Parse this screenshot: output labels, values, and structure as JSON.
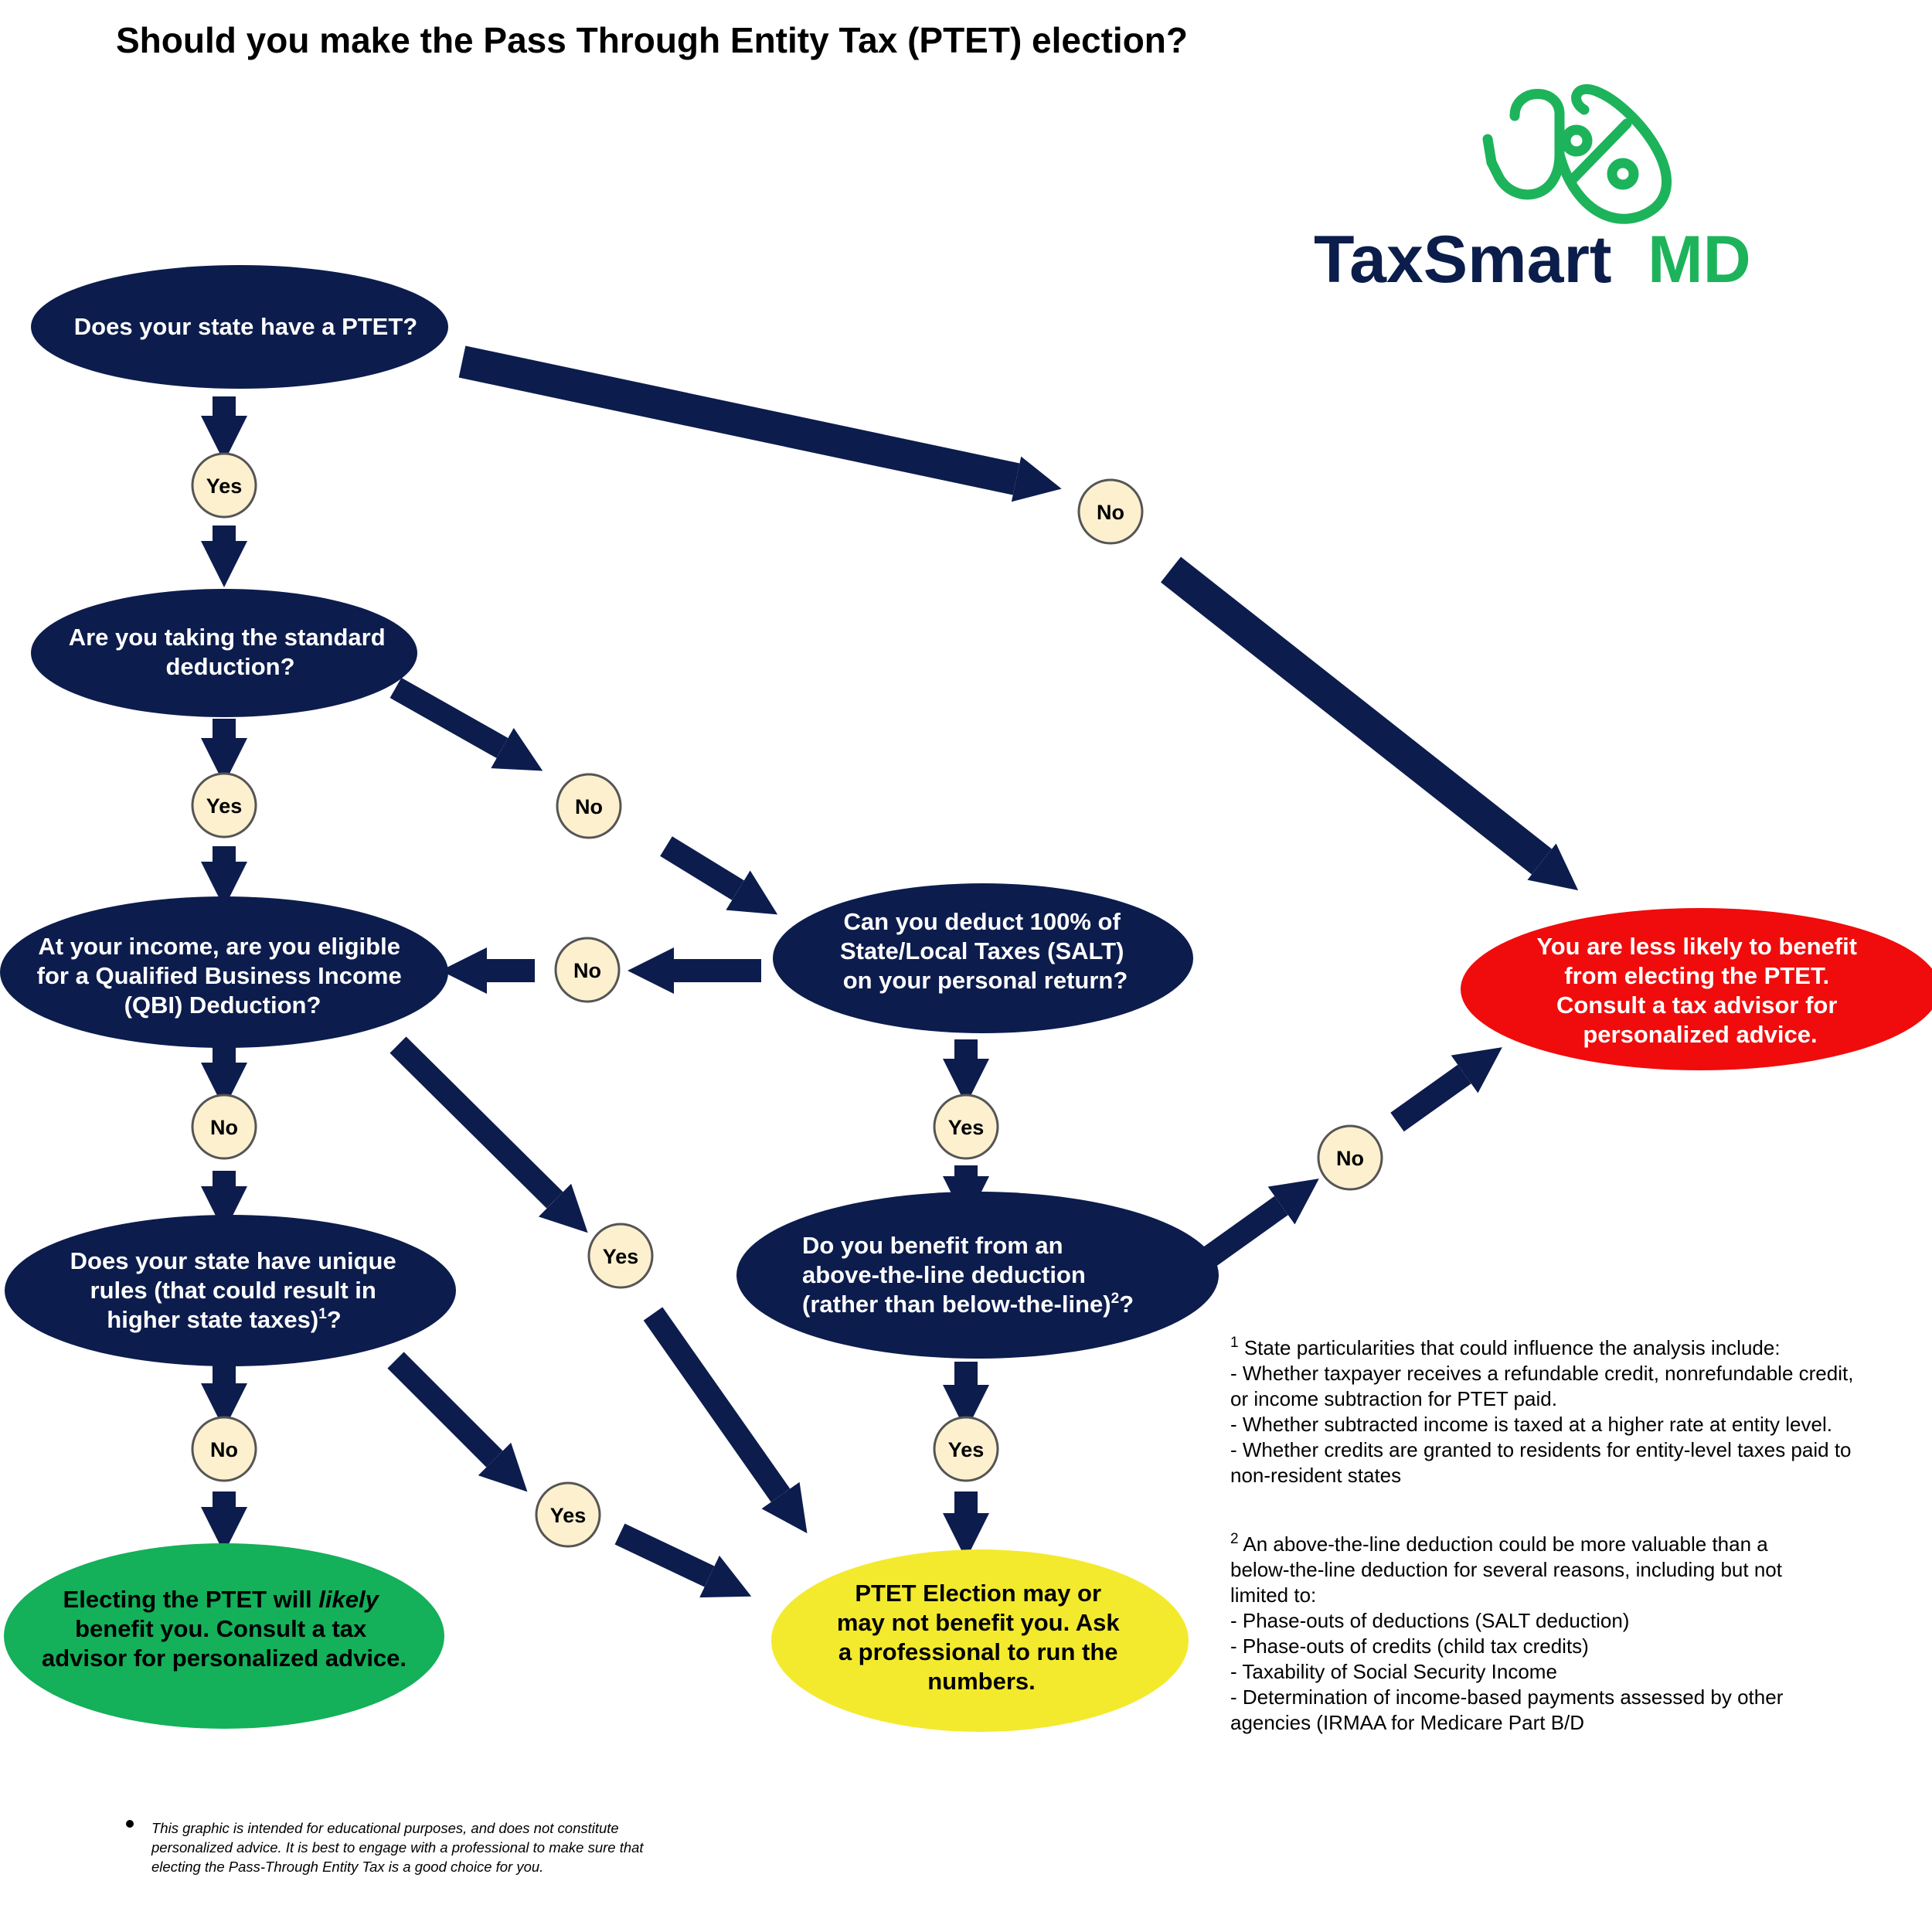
{
  "title": "Should you make the Pass Through Entity Tax (PTET) election?",
  "logo": {
    "word1": "TaxSmart",
    "word2": "MD",
    "word1_color": "#0b1d4a",
    "word2_color": "#1db35b"
  },
  "colors": {
    "navy": "#0c1c4d",
    "red": "#f00c0c",
    "green": "#14b05a",
    "yellow": "#f3ea2e",
    "cream": "#fdf0cf"
  },
  "nodes": {
    "q1": [
      "Does your state have a PTET?"
    ],
    "q2": [
      "Are you taking the standard",
      "deduction?"
    ],
    "q3": [
      "At your income, are you eligible",
      "for a Qualified Business Income",
      "(QBI) Deduction?"
    ],
    "q4": [
      "Does your state have unique",
      "rules (that could result in",
      "higher state taxes)",
      "1",
      "?"
    ],
    "q5": [
      "Can you deduct 100% of",
      "State/Local Taxes (SALT)",
      "on your personal return?"
    ],
    "q6": [
      "Do you benefit from an",
      "above-the-line deduction",
      "(rather than below-the-line)",
      "2",
      "?"
    ],
    "outcome_green": [
      "Electing the PTET will ",
      "likely",
      "benefit you. Consult a tax",
      "advisor for personalized advice."
    ],
    "outcome_yellow": [
      "PTET Election may or",
      "may not benefit you. Ask",
      "a professional to run the",
      "numbers."
    ],
    "outcome_red": [
      "You are less likely to benefit",
      "from electing the PTET.",
      "Consult a tax advisor for",
      "personalized advice."
    ]
  },
  "labels": {
    "yes": "Yes",
    "no": "No"
  },
  "footnote1": {
    "mark": "1",
    "lines": [
      "State particularities that could influence the analysis include:",
      "- Whether taxpayer receives a refundable credit, nonrefundable credit,",
      "or income subtraction for PTET paid.",
      "- Whether subtracted income is taxed at a higher rate at entity level.",
      "- Whether credits are granted to residents for entity-level taxes paid to",
      "non-resident states"
    ]
  },
  "footnote2": {
    "mark": "2",
    "lines": [
      "An above-the-line deduction could be more valuable than a",
      "below-the-line deduction for several reasons, including but not",
      "limited to:",
      "- Phase-outs of deductions (SALT deduction)",
      "- Phase-outs of credits (child tax credits)",
      "- Taxability of Social Security Income",
      "- Determination of income-based payments assessed by other",
      "agencies (IRMAA for Medicare Part B/D"
    ]
  },
  "disclaimer": [
    "This graphic is intended for educational purposes, and does not constitute",
    "personalized advice.  It is best to engage with a professional to make sure that",
    "electing the Pass-Through Entity Tax is a good choice for you."
  ]
}
